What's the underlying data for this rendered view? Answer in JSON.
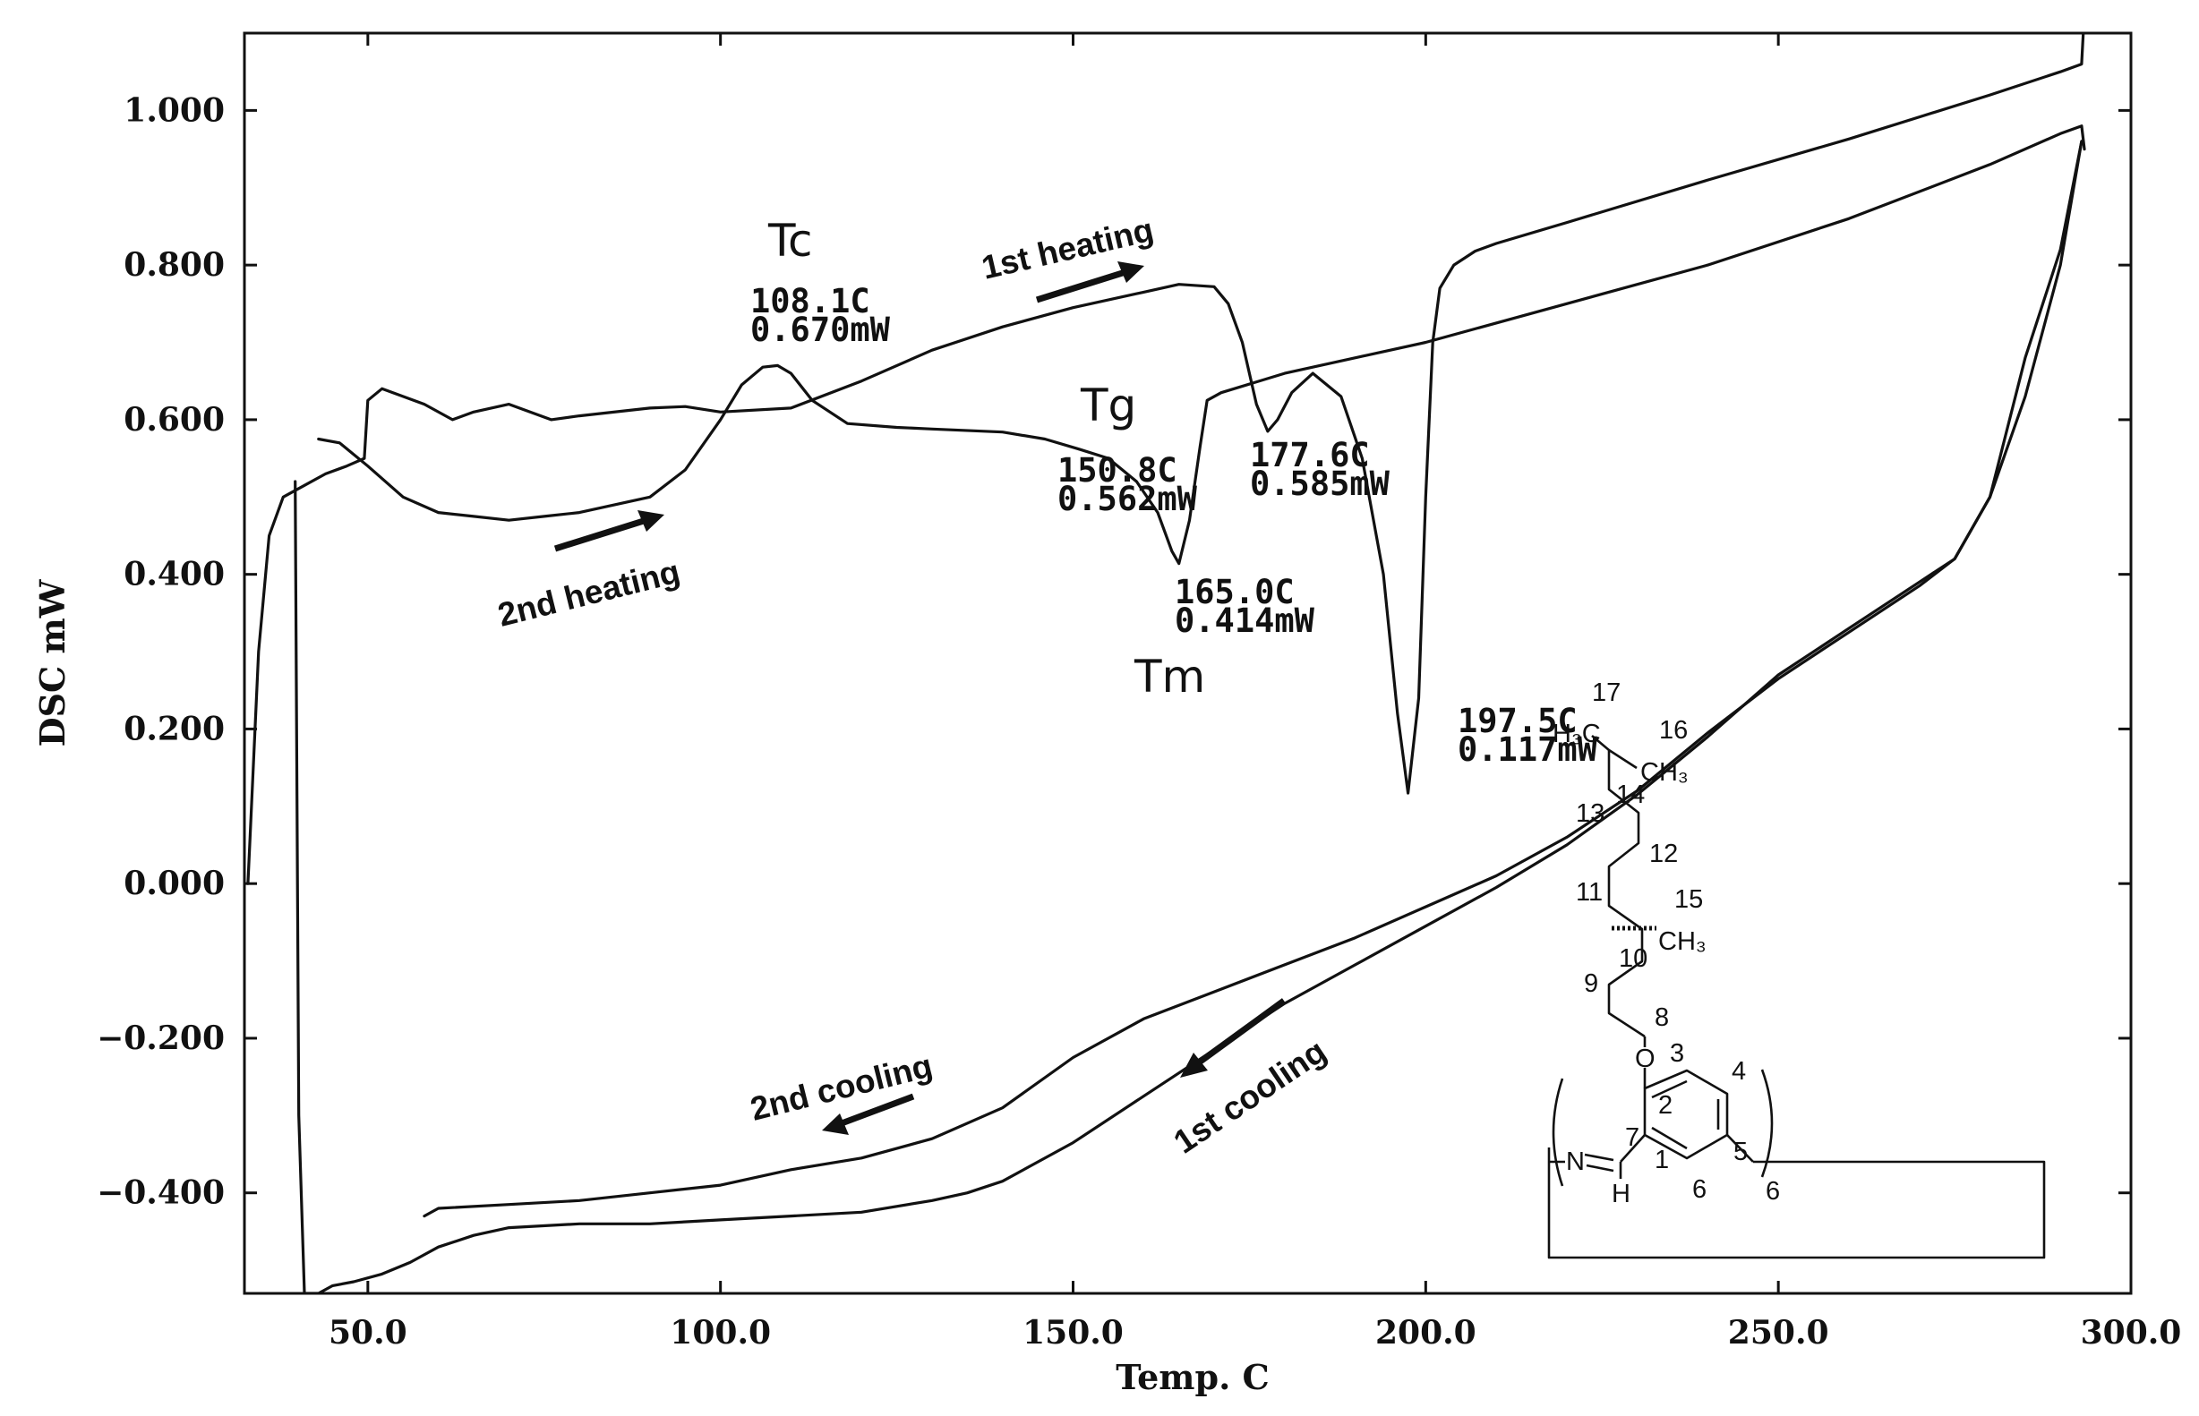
{
  "chart_data": {
    "type": "line",
    "title": "",
    "xlabel": "Temp. C",
    "ylabel": "DSC mW",
    "xlim": [
      32.5,
      300
    ],
    "ylim": [
      -0.53,
      1.1
    ],
    "xticks": [
      50,
      100,
      150,
      200,
      250,
      300
    ],
    "xtick_labels": [
      "50.0",
      "100.0",
      "150.0",
      "200.0",
      "250.0",
      "300.0"
    ],
    "yticks": [
      1.0,
      0.8,
      0.6,
      0.4,
      0.2,
      0.0,
      -0.2,
      -0.4
    ],
    "ytick_labels": [
      "1.000",
      "0.800",
      "0.600",
      "0.400",
      "0.200",
      "0.000",
      "−0.200",
      "−0.400"
    ],
    "grid": false,
    "legend": "none",
    "series": [
      {
        "name": "1st heating",
        "x": [
          33.0,
          33.3,
          34.5,
          36,
          38,
          41,
          44,
          47,
          49.5,
          50.0,
          52,
          58,
          62,
          65,
          70,
          76,
          80,
          90,
          95,
          100,
          110,
          120,
          130,
          140,
          150,
          160,
          165,
          170,
          172,
          174,
          176,
          177.6,
          179,
          181,
          184,
          188,
          191,
          194,
          196,
          197.5,
          199,
          200,
          201,
          202,
          204,
          207,
          210,
          220,
          240,
          260,
          280,
          290,
          293,
          293.3
        ],
        "y": [
          0.0,
          0.06,
          0.3,
          0.45,
          0.5,
          0.515,
          0.53,
          0.54,
          0.55,
          0.625,
          0.64,
          0.62,
          0.6,
          0.61,
          0.62,
          0.6,
          0.605,
          0.615,
          0.617,
          0.61,
          0.615,
          0.65,
          0.69,
          0.72,
          0.745,
          0.765,
          0.775,
          0.772,
          0.75,
          0.7,
          0.62,
          0.585,
          0.6,
          0.635,
          0.66,
          0.63,
          0.55,
          0.4,
          0.22,
          0.117,
          0.24,
          0.5,
          0.7,
          0.77,
          0.8,
          0.818,
          0.828,
          0.855,
          0.91,
          0.963,
          1.02,
          1.05,
          1.06,
          1.11
        ]
      },
      {
        "name": "2nd heating",
        "x": [
          43,
          46,
          50,
          55,
          60,
          65,
          70,
          75,
          80,
          90,
          95,
          100,
          103,
          106,
          108.1,
          110,
          113,
          118,
          125,
          130,
          140,
          146,
          150.8,
          155,
          159,
          162,
          164,
          165.0,
          166.5,
          168,
          169,
          171,
          180,
          200,
          220,
          240,
          260,
          280,
          290,
          293,
          293.4
        ],
        "y": [
          0.575,
          0.57,
          0.54,
          0.5,
          0.48,
          0.475,
          0.47,
          0.475,
          0.48,
          0.5,
          0.535,
          0.6,
          0.645,
          0.668,
          0.67,
          0.66,
          0.625,
          0.595,
          0.59,
          0.588,
          0.584,
          0.575,
          0.562,
          0.55,
          0.52,
          0.48,
          0.43,
          0.414,
          0.47,
          0.565,
          0.625,
          0.635,
          0.66,
          0.7,
          0.75,
          0.8,
          0.86,
          0.93,
          0.97,
          0.98,
          0.95
        ]
      },
      {
        "name": "1st cooling",
        "x": [
          293,
          290,
          285,
          280,
          275,
          270,
          260,
          250,
          240,
          230,
          220,
          210,
          200,
          190,
          180,
          170,
          160,
          150,
          140,
          135,
          130,
          120,
          110,
          100,
          90,
          80,
          70,
          65,
          60,
          56,
          52,
          48,
          45,
          43,
          41,
          40.2,
          39.7
        ],
        "y": [
          0.96,
          0.82,
          0.68,
          0.5,
          0.42,
          0.39,
          0.33,
          0.27,
          0.19,
          0.115,
          0.05,
          -0.005,
          -0.055,
          -0.105,
          -0.155,
          -0.215,
          -0.275,
          -0.335,
          -0.385,
          -0.4,
          -0.41,
          -0.425,
          -0.43,
          -0.435,
          -0.44,
          -0.44,
          -0.445,
          -0.455,
          -0.47,
          -0.49,
          -0.505,
          -0.515,
          -0.52,
          -0.53,
          -0.53,
          -0.3,
          0.52
        ]
      },
      {
        "name": "2nd cooling",
        "x": [
          293,
          290,
          285,
          280,
          275,
          270,
          260,
          250,
          240,
          230,
          220,
          210,
          200,
          190,
          180,
          170,
          160,
          150,
          140,
          130,
          120,
          110,
          100,
          90,
          80,
          70,
          60,
          58
        ],
        "y": [
          0.96,
          0.8,
          0.63,
          0.5,
          0.42,
          0.385,
          0.325,
          0.265,
          0.195,
          0.12,
          0.06,
          0.01,
          -0.03,
          -0.07,
          -0.105,
          -0.14,
          -0.175,
          -0.225,
          -0.29,
          -0.33,
          -0.355,
          -0.37,
          -0.39,
          -0.4,
          -0.41,
          -0.415,
          -0.42,
          -0.43
        ]
      }
    ],
    "annotations": [
      {
        "symbol": "Tc",
        "temp": "108.1C",
        "power": "0.670mW"
      },
      {
        "symbol": "Tg",
        "temp": "150.8C",
        "power": "0.562mW"
      },
      {
        "symbol": "",
        "temp": "177.6C",
        "power": "0.585mW"
      },
      {
        "symbol": "Tm",
        "temp": "165.0C",
        "power": "0.414mW"
      },
      {
        "symbol": "",
        "temp": "197.5C",
        "power": "0.117mW"
      }
    ],
    "phase_labels": [
      "1st heating",
      "2nd heating",
      "2nd cooling",
      "1st cooling"
    ]
  },
  "structure": {
    "atom_numbers": [
      "1",
      "2",
      "3",
      "4",
      "5",
      "6",
      "7",
      "8",
      "9",
      "10",
      "11",
      "12",
      "13",
      "14",
      "15",
      "16",
      "17"
    ],
    "groups": {
      "h3c_top": "H₃C",
      "ch3_right": "CH₃",
      "ch3_methyl": "CH₃",
      "oxygen": "O",
      "nitrogen": "N",
      "hydrogen": "H",
      "subscript": "6"
    }
  }
}
